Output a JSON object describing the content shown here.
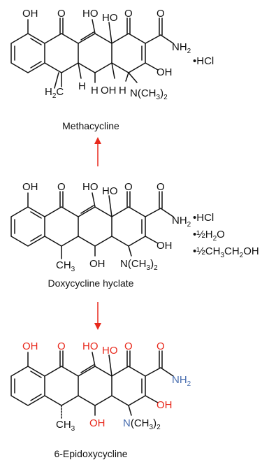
{
  "colors": {
    "text": "#111111",
    "oxygen": "#e8291c",
    "nitrogen": "#4a6fb0",
    "arrow": "#e8291c"
  },
  "arrows": [
    {
      "direction": "up"
    },
    {
      "direction": "down"
    }
  ],
  "compounds": [
    {
      "name": "Methacycline",
      "salts": [
        "•HCl"
      ],
      "labels": {
        "oh1": "OH",
        "o1": "O",
        "ho1": "HO",
        "ho2": "HO",
        "o2": "O",
        "o3": "O",
        "nh2": "NH",
        "nh2_sub": "2",
        "oh2": "OH",
        "h2c": "H",
        "h2c_sub": "2",
        "h2c_c": "C",
        "h1": "H",
        "h2": "H",
        "oh3": "OH",
        "h3": "H",
        "n_dim": "N(CH",
        "n_sub1": "3",
        "n_close": ")",
        "n_sub2": "2"
      }
    },
    {
      "name": "Doxycycline hyclate",
      "salts": [
        "•HCl",
        "•½H",
        "•½CH"
      ],
      "salt_extra": {
        "h2o_sub": "2",
        "h2o_o": "O",
        "ch3_sub": "3",
        "ch2": "CH",
        "ch2_sub": "2",
        "oh": "OH"
      },
      "labels": {
        "oh1": "OH",
        "o1": "O",
        "ho1": "HO",
        "ho2": "HO",
        "o2": "O",
        "o3": "O",
        "nh2": "NH",
        "nh2_sub": "2",
        "oh2": "OH",
        "ch3": "CH",
        "ch3_sub": "3",
        "oh3": "OH",
        "n_dim": "N(CH",
        "n_sub1": "3",
        "n_close": ")",
        "n_sub2": "2"
      }
    },
    {
      "name": "6-Epidoxycycline",
      "salts": [],
      "labels": {
        "oh1": "OH",
        "o1": "O",
        "ho1": "HO",
        "ho2": "HO",
        "o2": "O",
        "o3": "O",
        "nh2": "NH",
        "nh2_sub": "2",
        "oh2": "OH",
        "ch3": "CH",
        "ch3_sub": "3",
        "oh3": "OH",
        "n_dim": "N",
        "n_rest": "(CH",
        "n_sub1": "3",
        "n_close": ")",
        "n_sub2": "2"
      }
    }
  ]
}
